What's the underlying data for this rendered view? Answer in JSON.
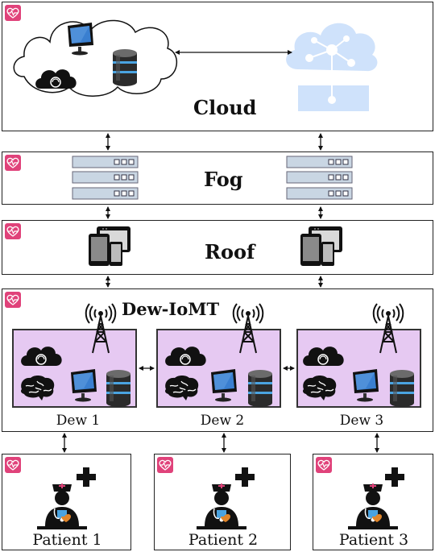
{
  "layers": {
    "cloud": "Cloud",
    "fog": "Fog",
    "roof": "Roof",
    "dew": "Dew-IoMT"
  },
  "dew_nodes": [
    "Dew 1",
    "Dew 2",
    "Dew 3"
  ],
  "patients": [
    "Patient 1",
    "Patient 2",
    "Patient 3"
  ],
  "colors": {
    "badge": "#e0427a",
    "dew_fill": "#e6c9f2",
    "cloud_light": "#cfe2fb",
    "server": "#c9d6e3"
  },
  "icons": [
    "heart-monitor-icon",
    "cloud-icon",
    "monitor-icon",
    "database-icon",
    "brain-icon",
    "tower-icon",
    "server-rack-icon",
    "tablet-icon",
    "nurse-icon",
    "medical-cross-icon"
  ]
}
